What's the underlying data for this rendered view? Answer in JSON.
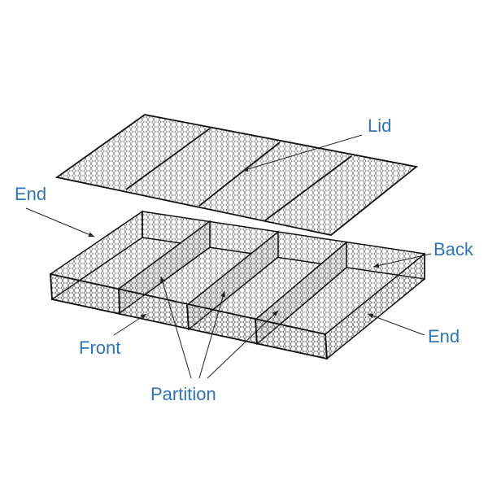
{
  "labels": {
    "lid": "Lid",
    "end_left": "End",
    "back": "Back",
    "end_right": "End",
    "front": "Front",
    "partition": "Partition"
  },
  "colors": {
    "label": "#2e75b6",
    "mesh": "#555555",
    "edge": "#111111"
  }
}
